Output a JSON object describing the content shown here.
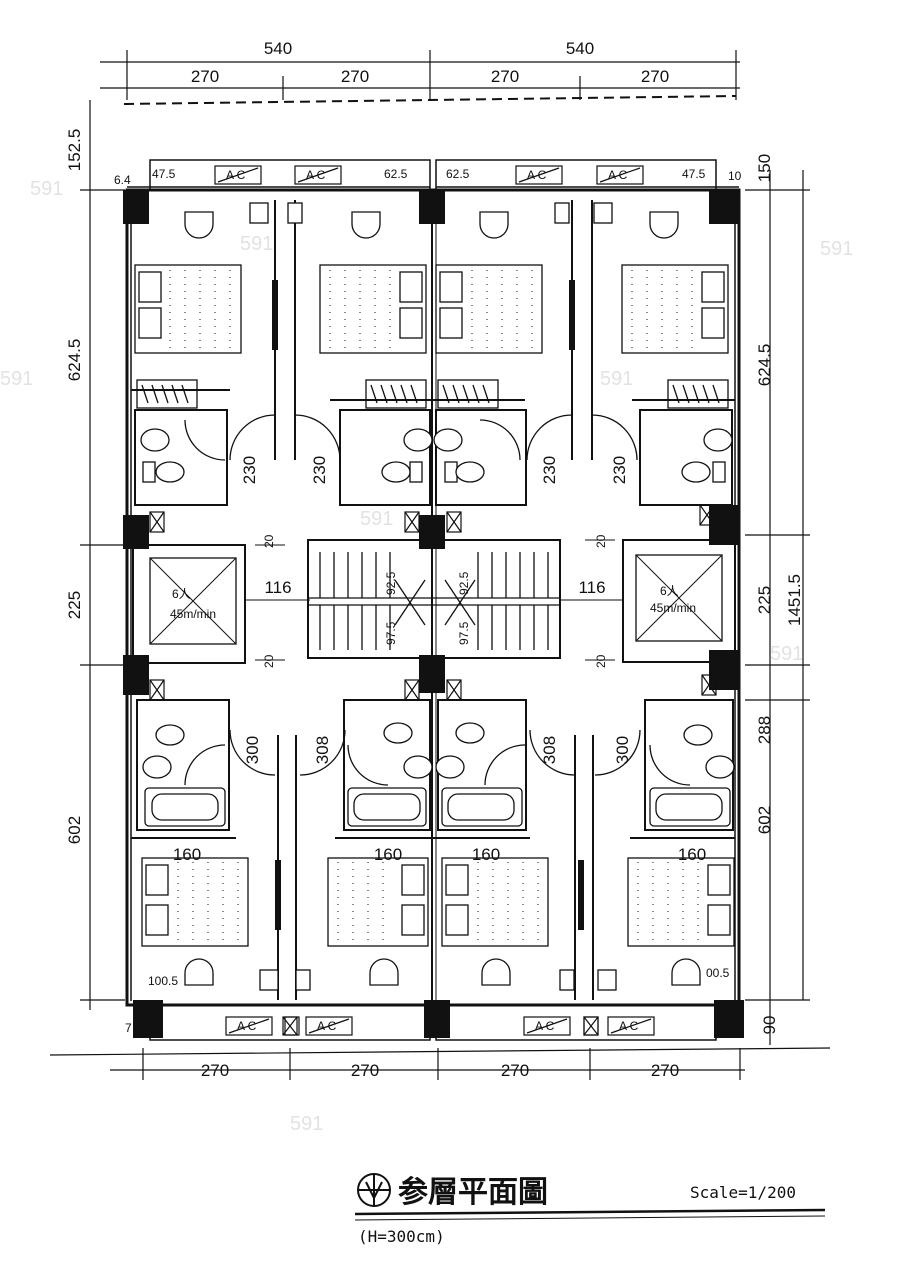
{
  "dimensions": {
    "top_total": [
      "540",
      "540"
    ],
    "top_sub": [
      "270",
      "270",
      "270",
      "270"
    ],
    "bottom_sub": [
      "270",
      "270",
      "270",
      "270"
    ],
    "left": [
      "152.5",
      "624.5",
      "225",
      "602"
    ],
    "right": [
      "150",
      "624.5",
      "225",
      "288",
      "602",
      "90",
      "1451.5"
    ],
    "corridor": [
      "230",
      "230",
      "230",
      "230"
    ],
    "corridor_lower": [
      "300",
      "308",
      "308",
      "300"
    ],
    "top_offsets": [
      "47.5",
      "62.5",
      "62.5",
      "47.5",
      "10",
      "6.4"
    ],
    "corner_left": "100.5",
    "corner_right": "00.5",
    "corner_bottom_left": "7",
    "lift_gap": [
      "20",
      "20",
      "20",
      "20"
    ],
    "lobby": [
      "116",
      "116"
    ],
    "stair": [
      "92.5",
      "92.5",
      "97.5",
      "97.5"
    ],
    "bed": [
      "160",
      "160",
      "160",
      "160"
    ]
  },
  "elevator": {
    "label_left": "6人",
    "speed_left": "45m/min",
    "label_right": "6人",
    "speed_right": "45m/min"
  },
  "ac_label": "A C",
  "watermark": "591",
  "title": {
    "text": "参層平面圖",
    "scale": "Scale=1/200",
    "height": "(H=300cm)"
  }
}
